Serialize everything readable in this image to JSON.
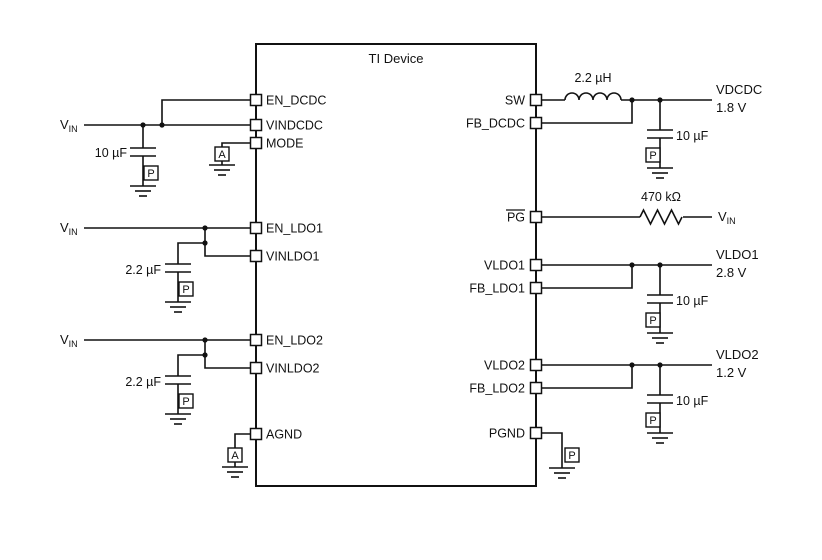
{
  "device": {
    "title": "TI Device"
  },
  "pins": {
    "left": [
      "EN_DCDC",
      "VINDCDC",
      "MODE",
      "EN_LDO1",
      "VINLDO1",
      "EN_LDO2",
      "VINLDO2",
      "AGND"
    ],
    "right": [
      "SW",
      "FB_DCDC",
      "PG",
      "VLDO1",
      "FB_LDO1",
      "VLDO2",
      "FB_LDO2",
      "PGND"
    ]
  },
  "nets": {
    "vin": {
      "symbol": "V",
      "subscript": "IN"
    },
    "vdcdc": {
      "name": "VDCDC",
      "voltage": "1.8 V"
    },
    "vldo1": {
      "name": "VLDO1",
      "voltage": "2.8 V"
    },
    "vldo2": {
      "name": "VLDO2",
      "voltage": "1.2 V"
    }
  },
  "components": {
    "inductor_sw": "2.2 µH",
    "resistor_pg": "470 kΩ",
    "cap_vin_dcdc": "10 µF",
    "cap_vin_ldo1": "2.2 µF",
    "cap_vin_ldo2": "2.2 µF",
    "cap_out_dcdc": "10 µF",
    "cap_out_ldo1": "10 µF",
    "cap_out_ldo2": "10 µF"
  },
  "ground_labels": {
    "analog": "A",
    "power": "P"
  }
}
